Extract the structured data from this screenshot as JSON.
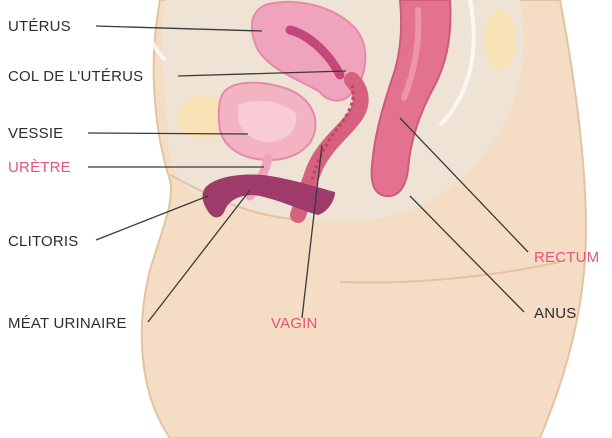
{
  "labels": {
    "uterus": "UTÉRUS",
    "cervix": "COL DE L'UTÉRUS",
    "bladder": "VESSIE",
    "urethra": "URÈTRE",
    "clitoris": "CLITORIS",
    "urinary_meatus": "MÉAT URINAIRE",
    "vagina": "VAGIN",
    "rectum": "RECTUM",
    "anus": "ANUS"
  },
  "colors": {
    "skin": "#f5dcc4",
    "skin_outline": "#e3c3a3",
    "fat": "#f8e3b6",
    "pelvic_fill": "#efe3d6",
    "uterus": "#f0a3bd",
    "uterus_inner": "#c2487a",
    "rectum": "#e2728f",
    "vagina": "#d5617f",
    "clitoris": "#9e3b6a",
    "bladder": "#f3b3c3",
    "label_dark": "#2d2d2d",
    "label_pink": "#e5547a"
  }
}
